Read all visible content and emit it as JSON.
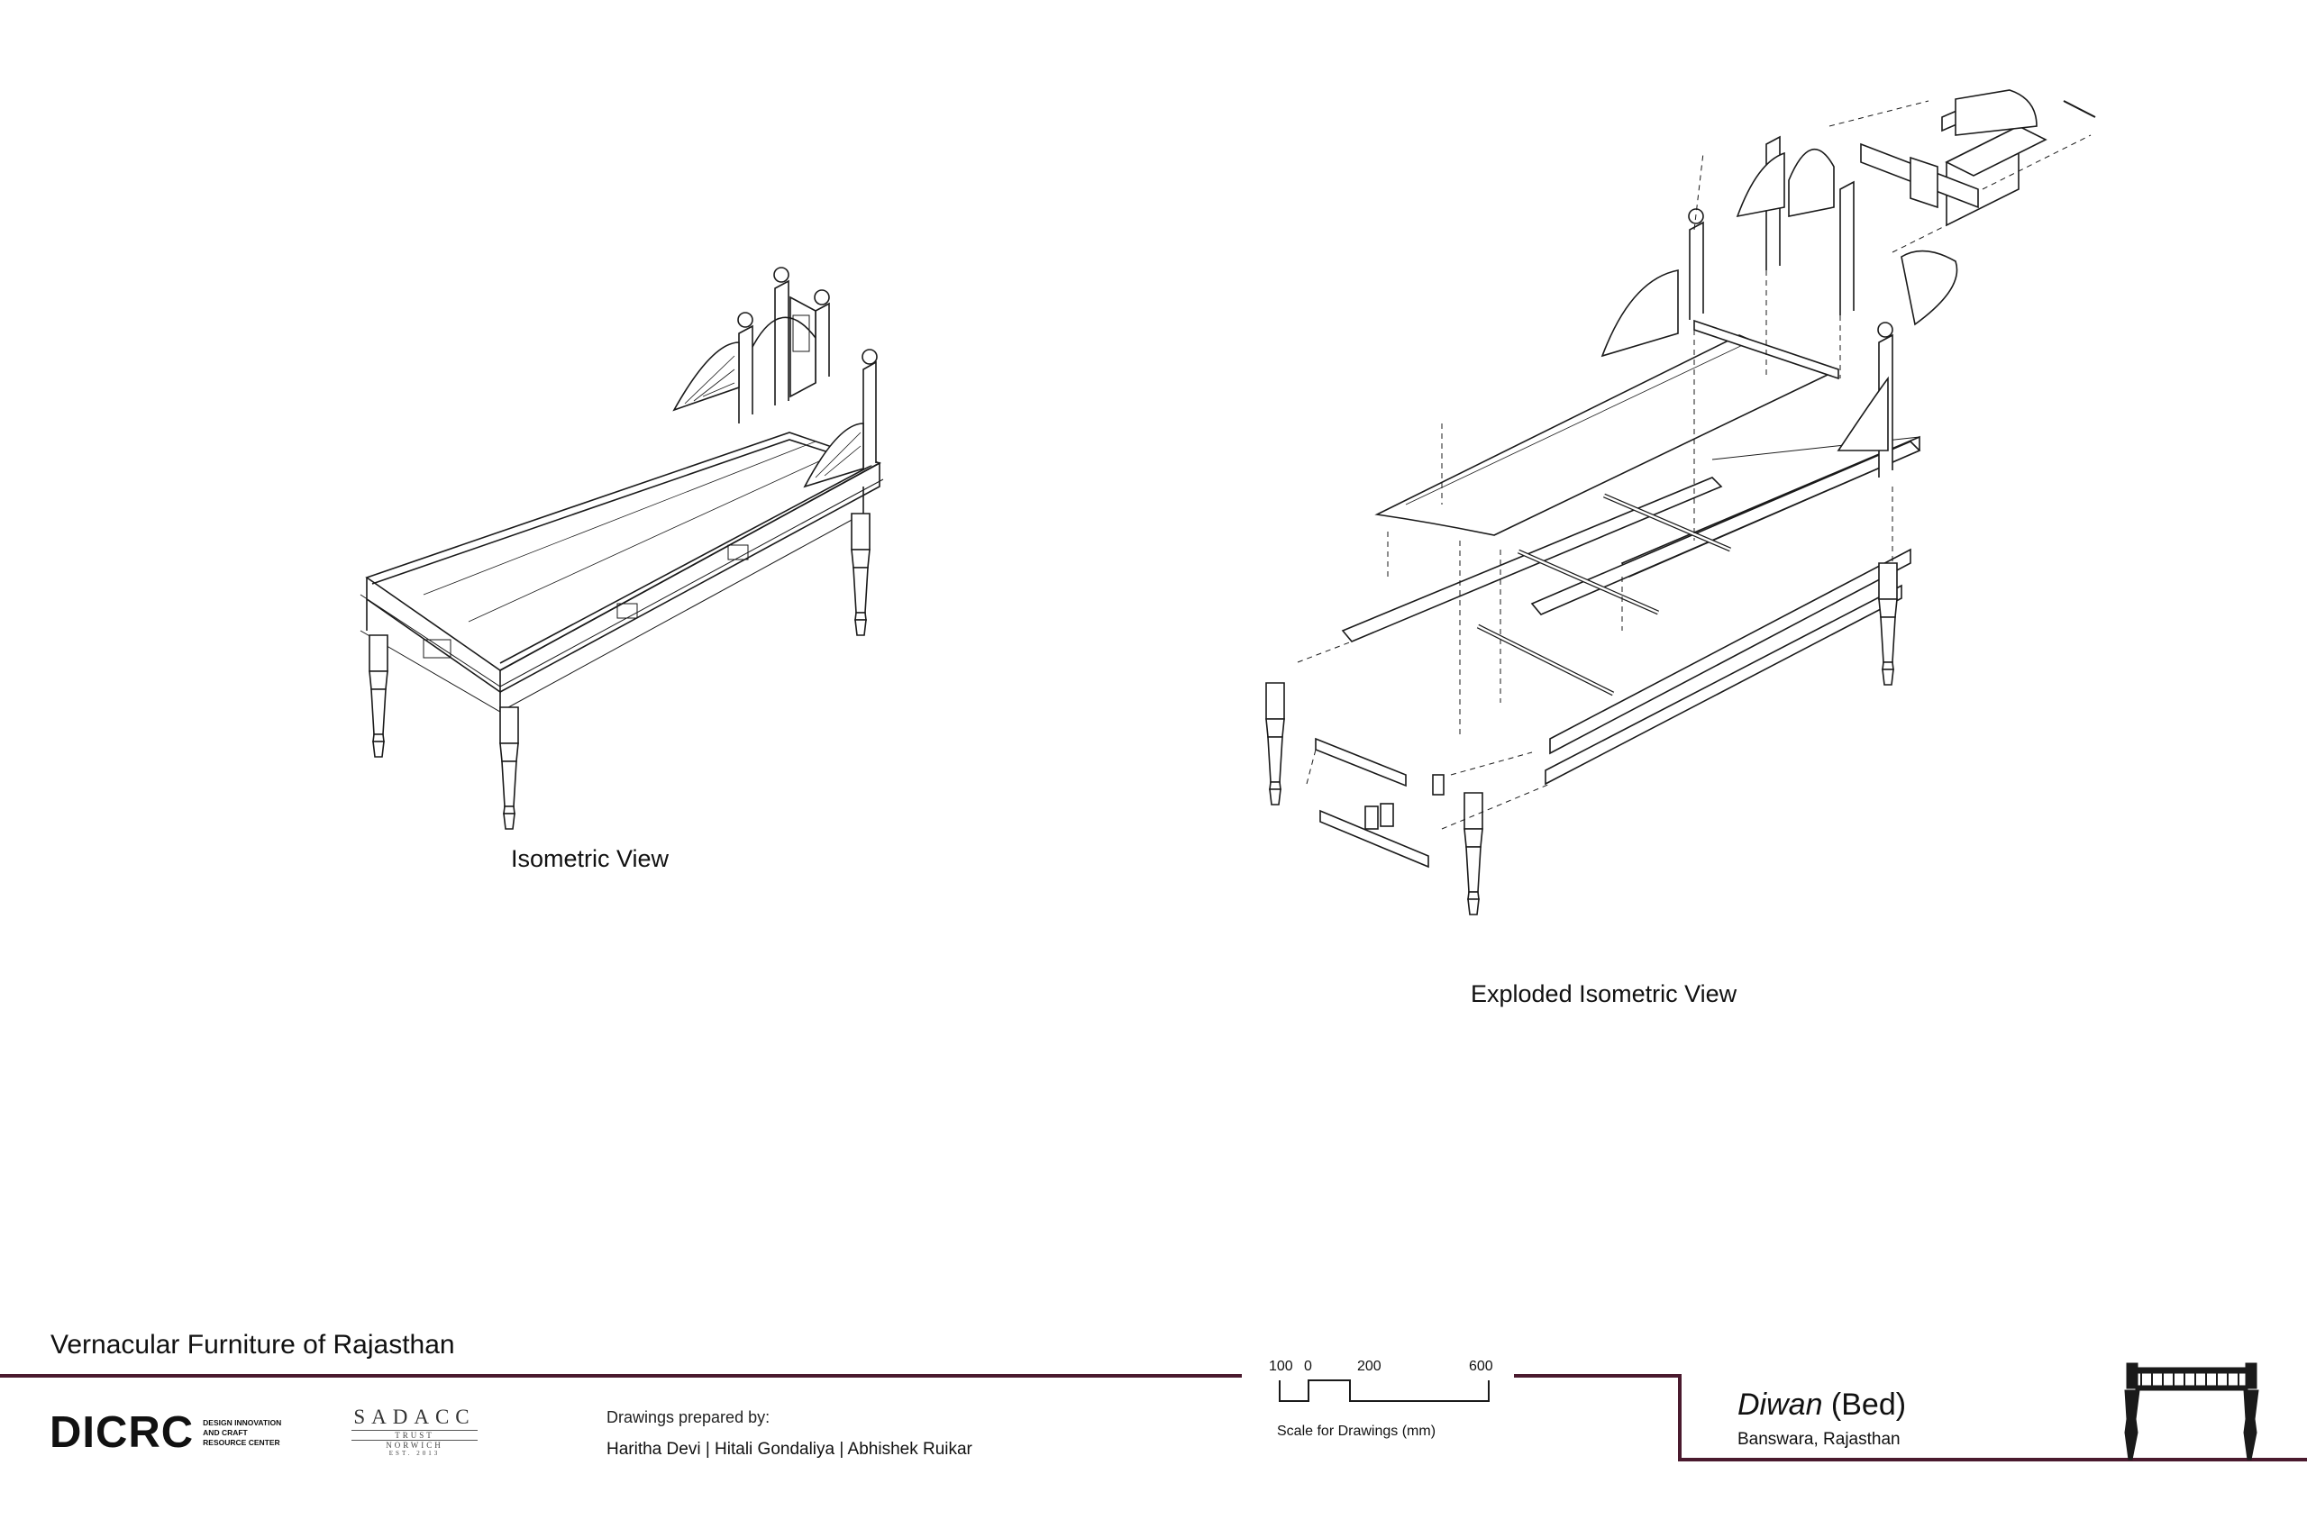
{
  "views": {
    "isometric_label": "Isometric View",
    "exploded_label": "Exploded Isometric View"
  },
  "titleblock": {
    "project_title": "Vernacular Furniture of Rajasthan",
    "org_logo": "DICRC",
    "org_logo_sub": [
      "DESIGN INNOVATION",
      "AND CRAFT",
      "RESOURCE CENTER"
    ],
    "partner_logo": "SADACC",
    "partner_logo_sub1": "TRUST",
    "partner_logo_sub2": "NORWICH",
    "partner_logo_sub3": "EST. 2013",
    "credits_heading": "Drawings prepared by:",
    "credits_names": "Haritha Devi | Hitali Gondaliya | Abhishek Ruikar",
    "scale": {
      "ticks": [
        "100",
        "0",
        "200",
        "600"
      ],
      "caption": "Scale for Drawings (mm)"
    },
    "item_name": "Diwan",
    "item_type": " (Bed)",
    "location": "Banswara, Rajasthan"
  },
  "colors": {
    "frame_line": "#4a1a2e",
    "ink": "#1a1a1a"
  }
}
